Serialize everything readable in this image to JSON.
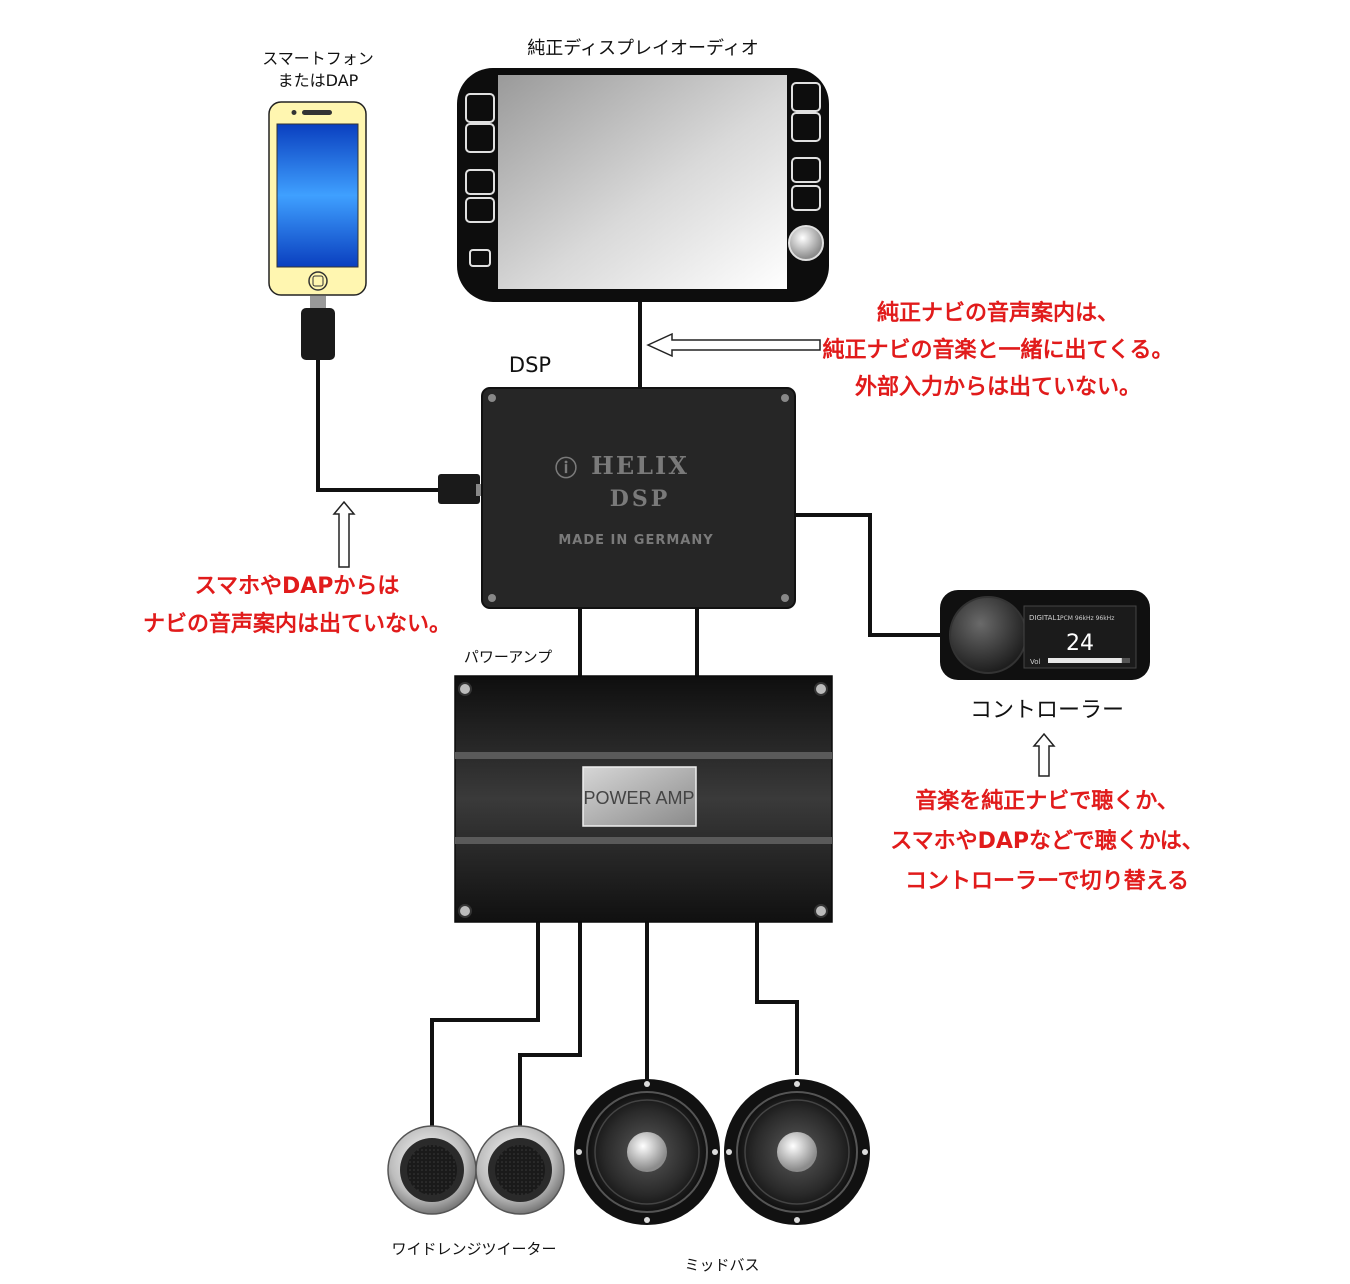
{
  "labels": {
    "phone": [
      "スマートフォン",
      "またはDAP"
    ],
    "head_unit": "純正ディスプレイオーディオ",
    "dsp": "DSP",
    "power_amp": "パワーアンプ",
    "controller": "コントローラー",
    "tweeter": "ワイドレンジツイーター",
    "midbass": "ミッドバス"
  },
  "dsp_unit": {
    "brand": "HELIX",
    "model": "DSP",
    "origin": "MADE IN GERMANY"
  },
  "amp_unit": {
    "badge": "POWER AMP"
  },
  "controller_display": {
    "mode": "DIGITAL1",
    "format": "PCM 96kHz 96kHz",
    "volume": "24",
    "vol_label": "Vol",
    "volume_level": 0.9
  },
  "notes": {
    "head_unit_note": [
      "純正ナビの音声案内は、",
      "純正ナビの音楽と一緒に出てくる。",
      "外部入力からは出ていない。"
    ],
    "phone_note": [
      "スマホやDAPからは",
      "ナビの音声案内は出ていない。"
    ],
    "controller_note": [
      "音楽を純正ナビで聴くか、",
      "スマホやDAPなどで聴くかは、",
      "コントローラーで切り替える"
    ]
  },
  "colors": {
    "note": "#e11b1b",
    "wire": "#111111",
    "device": "#1c1c1c"
  }
}
